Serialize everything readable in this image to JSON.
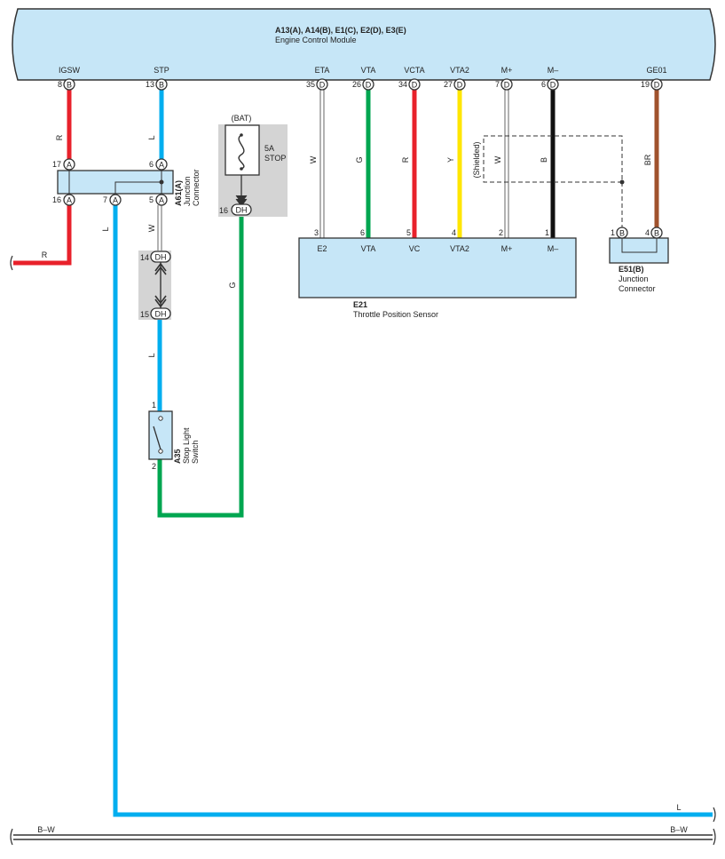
{
  "ecm": {
    "title": "A13(A), A14(B), E1(C), E2(D), E3(E)",
    "subtitle": "Engine Control Module",
    "pins": [
      {
        "name": "IGSW",
        "pin": "8",
        "conn": "B"
      },
      {
        "name": "STP",
        "pin": "13",
        "conn": "B"
      },
      {
        "name": "ETA",
        "pin": "35",
        "conn": "D"
      },
      {
        "name": "VTA",
        "pin": "26",
        "conn": "D"
      },
      {
        "name": "VCTA",
        "pin": "34",
        "conn": "D"
      },
      {
        "name": "VTA2",
        "pin": "27",
        "conn": "D"
      },
      {
        "name": "M+",
        "pin": "7",
        "conn": "D"
      },
      {
        "name": "M–",
        "pin": "6",
        "conn": "D"
      },
      {
        "name": "GE01",
        "pin": "19",
        "conn": "D"
      }
    ]
  },
  "wire_colors": {
    "R": "#e8212b",
    "L": "#00aeef",
    "G": "#00a650",
    "Y": "#ffe600",
    "B": "#111111",
    "BR": "#a0522d",
    "W": "#ffffff"
  },
  "wire_labels": {
    "igsw": "R",
    "stp": "L",
    "eta": "W",
    "vta": "G",
    "vcta": "R",
    "vta2": "Y",
    "mplus": "W",
    "mminus": "B",
    "ge01": "BR",
    "ret_r": "R",
    "a61_bottom": "L",
    "jc_white": "W",
    "dh_blue": "L",
    "fuse_green": "G",
    "shielded": "(Shielded)",
    "bottom_l": "L",
    "bottom_bw_left": "B–W",
    "bottom_bw_right": "B–W"
  },
  "junction_a61": {
    "id": "A61(A)",
    "name": "Junction",
    "name2": "Connector",
    "conn": "A",
    "pins": {
      "p17": "17",
      "p6": "6",
      "p16": "16",
      "p7": "7",
      "p5": "5"
    }
  },
  "fuse": {
    "source": "(BAT)",
    "rating": "5A",
    "name": "STOP",
    "pin": "16",
    "conn": "DH"
  },
  "dh_joint": {
    "pin_top": "14",
    "pin_bottom": "15",
    "conn": "DH"
  },
  "stop_switch": {
    "id": "A35",
    "name": "Stop Light",
    "name2": "Switch",
    "pin_top": "1",
    "pin_bottom": "2"
  },
  "tps": {
    "id": "E21",
    "name": "Throttle Position Sensor",
    "pins": [
      {
        "num": "3",
        "label": "E2"
      },
      {
        "num": "6",
        "label": "VTA"
      },
      {
        "num": "5",
        "label": "VC"
      },
      {
        "num": "4",
        "label": "VTA2"
      },
      {
        "num": "2",
        "label": "M+"
      },
      {
        "num": "1",
        "label": "M–"
      }
    ]
  },
  "junction_e51": {
    "id": "E51(B)",
    "name": "Junction",
    "name2": "Connector",
    "conn": "B",
    "pin_left": "1",
    "pin_right": "4"
  }
}
